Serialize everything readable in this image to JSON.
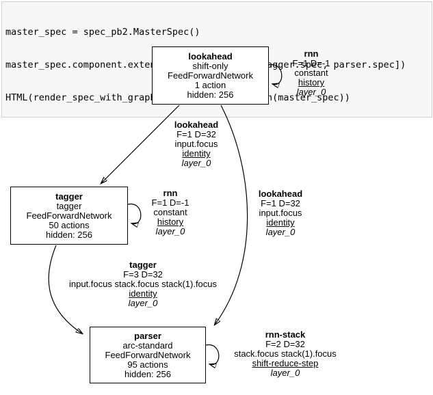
{
  "code_cell": {
    "lines": [
      "master_spec = spec_pb2.MasterSpec()",
      "master_spec.component.extend([lookahead.spec, tagger.spec, parser.spec])",
      "HTML(render_spec_with_graphviz.master_spec_graph(master_spec))"
    ]
  },
  "graph": {
    "nodes": {
      "lookahead": {
        "title": "lookahead",
        "subtitle": "shift-only",
        "network": "FeedForwardNetwork",
        "actions": "1 action",
        "hidden": "hidden: 256"
      },
      "tagger": {
        "title": "tagger",
        "subtitle": "tagger",
        "network": "FeedForwardNetwork",
        "actions": "50 actions",
        "hidden": "hidden: 256"
      },
      "parser": {
        "title": "parser",
        "subtitle": "arc-standard",
        "network": "FeedForwardNetwork",
        "actions": "95 actions",
        "hidden": "hidden: 256"
      }
    },
    "edges": {
      "rnn_lookahead": {
        "title": "rnn",
        "dims": "F=1 D=-1",
        "features": "constant",
        "translator": "history",
        "layer": "layer_0"
      },
      "lookahead_to_tagger": {
        "title": "lookahead",
        "dims": "F=1 D=32",
        "features": "input.focus",
        "translator": "identity",
        "layer": "layer_0"
      },
      "rnn_tagger": {
        "title": "rnn",
        "dims": "F=1 D=-1",
        "features": "constant",
        "translator": "history",
        "layer": "layer_0"
      },
      "lookahead_to_parser": {
        "title": "lookahead",
        "dims": "F=1 D=32",
        "features": "input.focus",
        "translator": "identity",
        "layer": "layer_0"
      },
      "tagger_to_parser": {
        "title": "tagger",
        "dims": "F=3 D=32",
        "features": "input.focus stack.focus stack(1).focus",
        "translator": "identity",
        "layer": "layer_0"
      },
      "rnn_stack_parser": {
        "title": "rnn-stack",
        "dims": "F=2 D=32",
        "features": "stack.focus stack(1).focus",
        "translator": "shift-reduce-step",
        "layer": "layer_0"
      }
    }
  }
}
